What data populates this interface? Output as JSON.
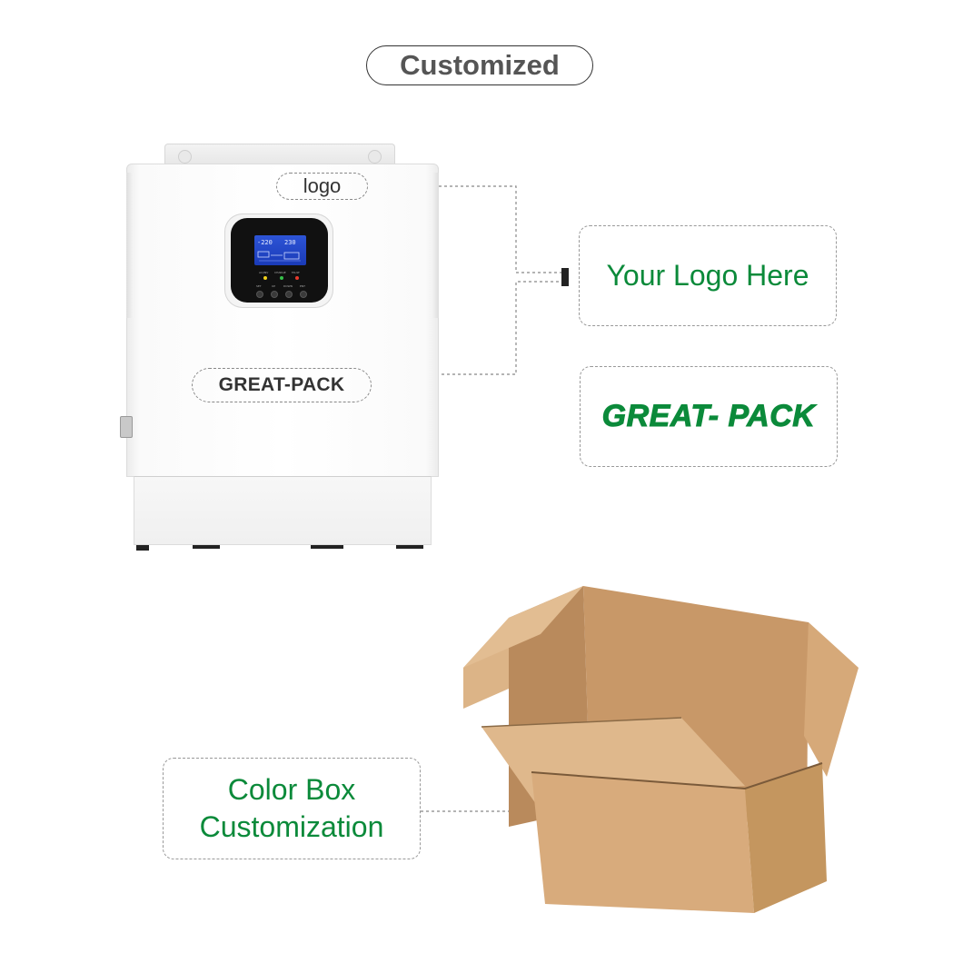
{
  "header": {
    "title": "Customized"
  },
  "inverter": {
    "logo_label": "logo",
    "brand_label": "GREAT-PACK",
    "lcd": {
      "top_left": "-220",
      "top_right": "230"
    },
    "indicators": [
      "AC/INV",
      "CHARGE",
      "FAULT"
    ],
    "indicator_colors": [
      "#f2d21a",
      "#36c24a",
      "#e83a2c"
    ],
    "keys": [
      "SET",
      "UP",
      "DOWN",
      "ENT"
    ]
  },
  "callouts": {
    "logo_box": "Your Logo Here",
    "brand_box": "GREAT- PACK",
    "color_box_line1": "Color Box",
    "color_box_line2": "Customization"
  },
  "colors": {
    "accent_green": "#0b8a3a",
    "carton": "#d8ab7c"
  }
}
